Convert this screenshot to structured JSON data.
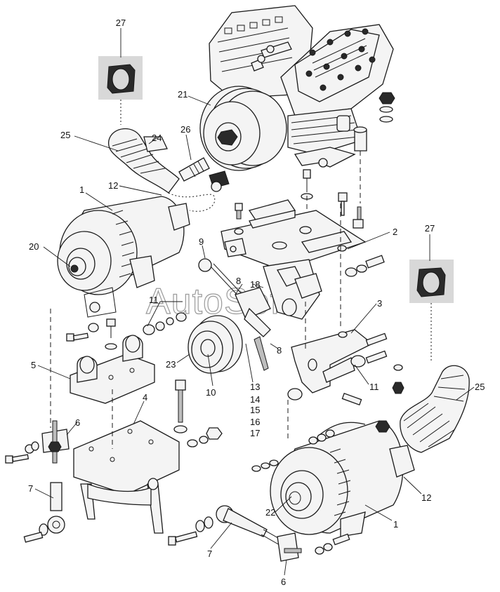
{
  "diagram": {
    "callouts": [
      "1",
      "2",
      "3",
      "4",
      "5",
      "6",
      "7",
      "8",
      "9",
      "10",
      "11",
      "12",
      "13",
      "14",
      "15",
      "16",
      "17",
      "18",
      "20",
      "21",
      "22",
      "23",
      "24",
      "25",
      "26",
      "27"
    ],
    "watermark": "AutoSoft"
  }
}
